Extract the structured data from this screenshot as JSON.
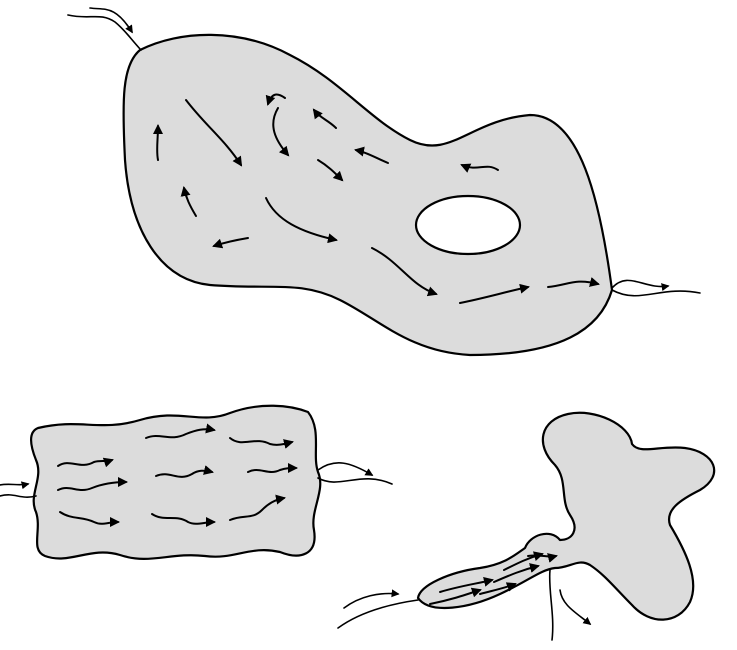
{
  "diagram": {
    "region_fill": "#dcdcdc",
    "stroke_color": "#000000",
    "background": "#ffffff",
    "shapes": [
      {
        "id": "large-region-with-hole",
        "has_hole": true,
        "inflow": "top-left",
        "outflow": "right"
      },
      {
        "id": "rectangular-wavy-region",
        "has_hole": false,
        "inflow": "left",
        "outflow": "right"
      },
      {
        "id": "branched-region",
        "has_hole": false,
        "inflow": "bottom-left",
        "outflow": "bottom"
      }
    ]
  }
}
